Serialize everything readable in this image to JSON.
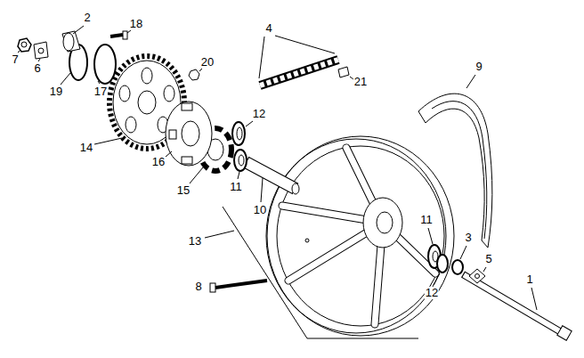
{
  "diagram": {
    "labels": [
      "2",
      "18",
      "4",
      "7",
      "6",
      "20",
      "9",
      "21",
      "19",
      "17",
      "12",
      "14",
      "16",
      "11",
      "15",
      "10",
      "11",
      "3",
      "13",
      "5",
      "1",
      "8",
      "12"
    ]
  }
}
